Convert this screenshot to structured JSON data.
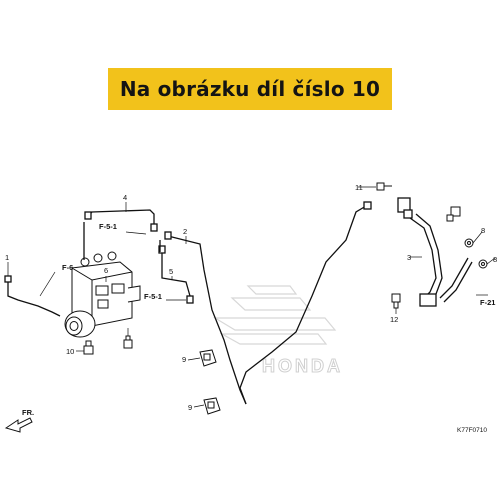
{
  "banner": {
    "text": "Na obrázku díl číslo 10",
    "color": "#f2c21b"
  },
  "part_numbers": {
    "n1": "1",
    "n2": "2",
    "n3": "3",
    "n4": "4",
    "n5": "5",
    "n6": "6",
    "n8a": "8",
    "n8b": "8",
    "n9a": "9",
    "n9b": "9",
    "n10": "10",
    "n11": "11",
    "n12": "12"
  },
  "references": {
    "f6": "F-6",
    "f51a": "F-5-1",
    "f51b": "F-5-1",
    "f21": "F-21"
  },
  "front_marker": "FR.",
  "diagram_code": "K77F0710",
  "watermark": "HONDA"
}
